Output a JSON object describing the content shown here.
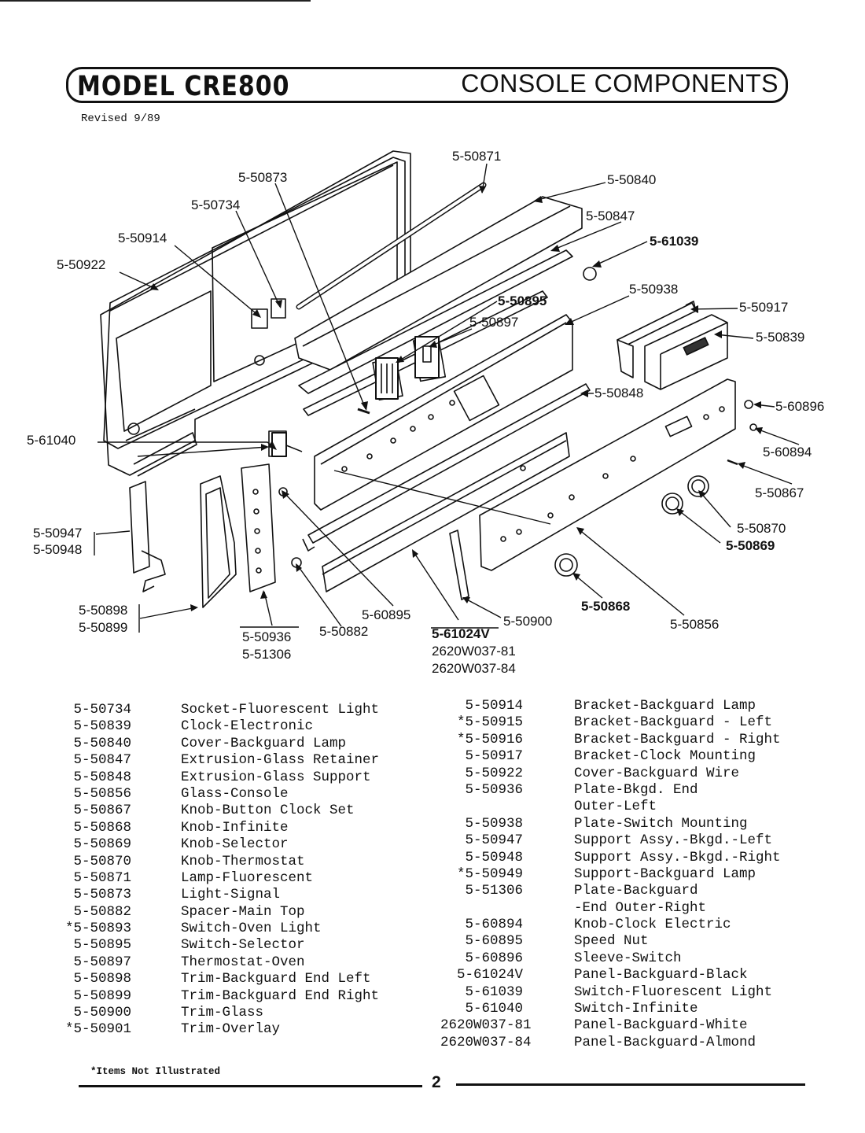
{
  "header": {
    "model": "MODEL CRE800",
    "section_title": "CONSOLE COMPONENTS",
    "revised": "Revised 9/89"
  },
  "diagram_labels": {
    "l50871": "5-50871",
    "l50873": "5-50873",
    "l50840": "5-50840",
    "l50734": "5-50734",
    "l50847": "5-50847",
    "l50914": "5-50914",
    "l61039": "5-61039",
    "l50922": "5-50922",
    "l50895": "5-50895",
    "l50938": "5-50938",
    "l50917": "5-50917",
    "l50897": "5-50897",
    "l50839": "5-50839",
    "l50848": "5-50848",
    "l60896": "5-60896",
    "l61040": "5-61040",
    "l60894": "5-60894",
    "l50867": "5-50867",
    "l50870": "5-50870",
    "l50869": "5-50869",
    "l50947": "5-50947",
    "l50948": "5-50948",
    "l50898": "5-50898",
    "l50899": "5-50899",
    "l60895": "5-60895",
    "l50900": "5-50900",
    "l50868": "5-50868",
    "l50856": "5-50856",
    "l50936": "5-50936",
    "l51306": "5-51306",
    "l50882": "5-50882",
    "l61024v": "5-61024V",
    "l2620w81": "2620W037-81",
    "l2620w84": "2620W037-84"
  },
  "parts_left": [
    {
      "num": "5-50734",
      "desc": "Socket-Fluorescent Light"
    },
    {
      "num": "5-50839",
      "desc": "Clock-Electronic"
    },
    {
      "num": "5-50840",
      "desc": "Cover-Backguard Lamp"
    },
    {
      "num": "5-50847",
      "desc": "Extrusion-Glass Retainer"
    },
    {
      "num": "5-50848",
      "desc": "Extrusion-Glass Support"
    },
    {
      "num": "5-50856",
      "desc": "Glass-Console"
    },
    {
      "num": "5-50867",
      "desc": "Knob-Button Clock Set"
    },
    {
      "num": "5-50868",
      "desc": "Knob-Infinite"
    },
    {
      "num": "5-50869",
      "desc": "Knob-Selector"
    },
    {
      "num": "5-50870",
      "desc": "Knob-Thermostat"
    },
    {
      "num": "5-50871",
      "desc": "Lamp-Fluorescent"
    },
    {
      "num": "5-50873",
      "desc": "Light-Signal"
    },
    {
      "num": "5-50882",
      "desc": "Spacer-Main Top"
    },
    {
      "num": "*5-50893",
      "desc": "Switch-Oven Light"
    },
    {
      "num": "5-50895",
      "desc": "Switch-Selector"
    },
    {
      "num": "5-50897",
      "desc": "Thermostat-Oven"
    },
    {
      "num": "5-50898",
      "desc": "Trim-Backguard End Left"
    },
    {
      "num": "5-50899",
      "desc": "Trim-Backguard End Right"
    },
    {
      "num": "5-50900",
      "desc": "Trim-Glass"
    },
    {
      "num": "*5-50901",
      "desc": "Trim-Overlay"
    }
  ],
  "parts_right": [
    {
      "num": "5-50914",
      "desc": "Bracket-Backguard Lamp"
    },
    {
      "num": "*5-50915",
      "desc": "Bracket-Backguard - Left"
    },
    {
      "num": "*5-50916",
      "desc": "Bracket-Backguard - Right"
    },
    {
      "num": "5-50917",
      "desc": "Bracket-Clock Mounting"
    },
    {
      "num": "5-50922",
      "desc": "Cover-Backguard Wire"
    },
    {
      "num": "5-50936",
      "desc": "Plate-Bkgd. End"
    },
    {
      "num": "",
      "desc": "Outer-Left"
    },
    {
      "num": "5-50938",
      "desc": "Plate-Switch Mounting"
    },
    {
      "num": "5-50947",
      "desc": "Support Assy.-Bkgd.-Left"
    },
    {
      "num": "5-50948",
      "desc": "Support Assy.-Bkgd.-Right"
    },
    {
      "num": "*5-50949",
      "desc": "Support-Backguard Lamp"
    },
    {
      "num": "5-51306",
      "desc": "Plate-Backguard"
    },
    {
      "num": "",
      "desc": "-End Outer-Right"
    },
    {
      "num": "5-60894",
      "desc": "Knob-Clock Electric"
    },
    {
      "num": "5-60895",
      "desc": "Speed Nut"
    },
    {
      "num": "5-60896",
      "desc": "Sleeve-Switch"
    },
    {
      "num": "5-61024V",
      "desc": "Panel-Backguard-Black"
    },
    {
      "num": "5-61039",
      "desc": "Switch-Fluorescent Light"
    },
    {
      "num": "5-61040",
      "desc": "Switch-Infinite"
    },
    {
      "num": "2620W037-81",
      "desc": "Panel-Backguard-White"
    },
    {
      "num": "2620W037-84",
      "desc": "Panel-Backguard-Almond"
    }
  ],
  "footer": {
    "footnote": "*Items Not Illustrated",
    "page": "2"
  }
}
